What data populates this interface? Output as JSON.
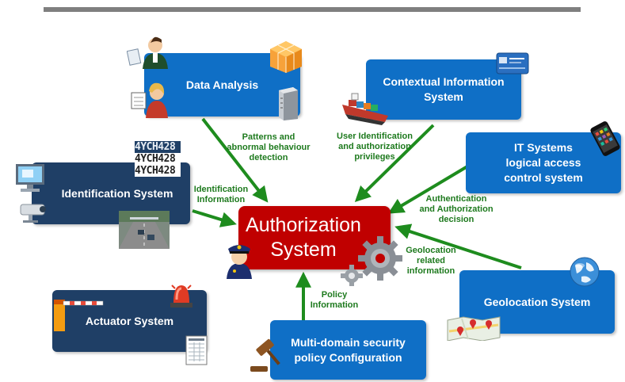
{
  "center": {
    "label": "Authorization\nSystem"
  },
  "boxes": {
    "data_analysis": "Data Analysis",
    "contextual": "Contextual Information\nSystem",
    "it_systems": "IT Systems\nlogical access\ncontrol system",
    "identification": "Identification System",
    "geolocation": "Geolocation System",
    "actuator": "Actuator System",
    "policy": "Multi-domain  security\npolicy Configuration"
  },
  "flows": {
    "patterns": "Patterns and\nabnormal behaviour\ndetection",
    "user_id": "User Identification\nand authorization\nprivileges",
    "authentication": "Authentication\nand Authorization\ndecision",
    "identification": "Identification\nInformation",
    "geolocation": "Geolocation\nrelated\ninformation",
    "policy": "Policy\nInformation"
  },
  "plates": [
    "4YCH428",
    "4YCH428",
    "4YCH428"
  ],
  "colors": {
    "box_light": "#0f6fc6",
    "box_dark": "#1f3f66",
    "center": "#c00000",
    "arrow": "#1e8c1e",
    "label": "#1e7a1e"
  },
  "icons": [
    "users-icon",
    "cube-icon",
    "server-icon",
    "ship-icon",
    "id-card-icon",
    "smartphone-icon",
    "computer-icon",
    "camera-icon",
    "license-plate-icon",
    "road-camera-icon",
    "police-officer-icon",
    "gears-icon",
    "globe-icon",
    "map-icon",
    "siren-icon",
    "barrier-icon",
    "report-icon",
    "gavel-icon"
  ]
}
